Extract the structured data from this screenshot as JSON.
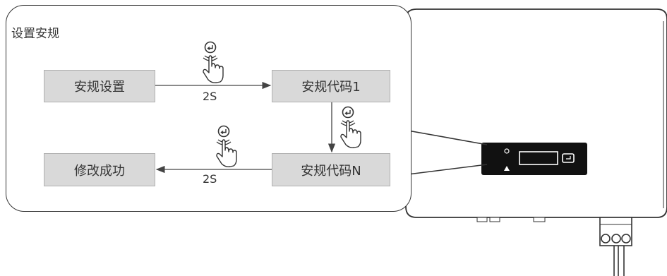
{
  "title": "设置安规",
  "steps": {
    "safety_setting": "安规设置",
    "code_1": "安规代码1",
    "code_n": "安规代码N",
    "success": "修改成功"
  },
  "hold_time_top": "2S",
  "hold_time_bottom": "2S",
  "icons": [
    "enter-key-icon",
    "hand-press-icon",
    "power-icon",
    "warning-icon"
  ],
  "colors": {
    "box_fill": "#d9d9d9",
    "stroke": "#333333",
    "panel_black": "#111111"
  }
}
